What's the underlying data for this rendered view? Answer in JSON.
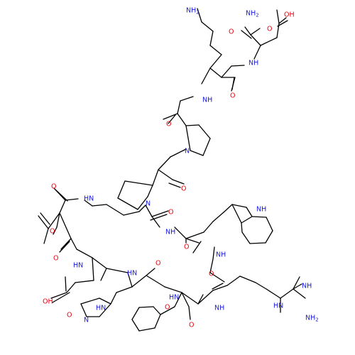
{
  "colors": {
    "bond": "#000000",
    "oxygen": "#e8000b",
    "nitrogen": "#1a1adb",
    "background": "#ffffff"
  },
  "labels": [
    {
      "id": "nh2_lys",
      "text": "NH",
      "sub": "2",
      "el": "N"
    },
    {
      "id": "nh2_amide",
      "text": "NH",
      "sub": "2",
      "el": "N"
    },
    {
      "id": "oh_top",
      "text": "OH",
      "el": "O"
    },
    {
      "id": "o_top_acid",
      "text": "O",
      "el": "O"
    },
    {
      "id": "o_top_amide",
      "text": "O",
      "el": "O"
    },
    {
      "id": "nh_asp",
      "text": "NH",
      "el": "N"
    },
    {
      "id": "o_lys_ket",
      "text": "O",
      "el": "O"
    },
    {
      "id": "nh_lys",
      "text": "NH",
      "el": "N"
    },
    {
      "id": "o_gly",
      "text": "O",
      "el": "O"
    },
    {
      "id": "n_pro1",
      "text": "N",
      "el": "N"
    },
    {
      "id": "o_pro",
      "text": "O",
      "el": "O"
    },
    {
      "id": "n_pro2",
      "text": "N",
      "el": "N"
    },
    {
      "id": "o_pro2",
      "text": "O",
      "el": "O"
    },
    {
      "id": "o_amide_left",
      "text": "O",
      "el": "O"
    },
    {
      "id": "hn_chain",
      "text": "HN",
      "el": "N"
    },
    {
      "id": "nh_indole",
      "text": "NH",
      "el": "N"
    },
    {
      "id": "nh_trp",
      "text": "NH",
      "el": "N"
    },
    {
      "id": "o_trp",
      "text": "O",
      "el": "O"
    },
    {
      "id": "o_acetyl",
      "text": "O",
      "el": "O"
    },
    {
      "id": "o_ketone",
      "text": "O",
      "el": "O"
    },
    {
      "id": "hn_asp",
      "text": "HN",
      "el": "N"
    },
    {
      "id": "o_his",
      "text": "O",
      "el": "O"
    },
    {
      "id": "hn_his",
      "text": "HN",
      "el": "N"
    },
    {
      "id": "o_phe_top",
      "text": "O",
      "el": "O"
    },
    {
      "id": "nh_arg_top",
      "text": "NH",
      "el": "N"
    },
    {
      "id": "o_arg",
      "text": "O",
      "el": "O"
    },
    {
      "id": "hn_imid",
      "text": "HN",
      "el": "N"
    },
    {
      "id": "n_imid",
      "text": "N",
      "el": "N"
    },
    {
      "id": "oh_asp",
      "text": "OH",
      "el": "O"
    },
    {
      "id": "o_asp",
      "text": "O",
      "el": "O"
    },
    {
      "id": "hn_phe",
      "text": "HN",
      "el": "N"
    },
    {
      "id": "nh_arg",
      "text": "NH",
      "el": "N"
    },
    {
      "id": "o_phe",
      "text": "O",
      "el": "O"
    },
    {
      "id": "nh_guan",
      "text": "NH",
      "el": "N"
    },
    {
      "id": "hn_guan",
      "text": "HN",
      "el": "N"
    },
    {
      "id": "nh2_guan",
      "text": "NH",
      "sub": "2",
      "el": "N"
    }
  ]
}
